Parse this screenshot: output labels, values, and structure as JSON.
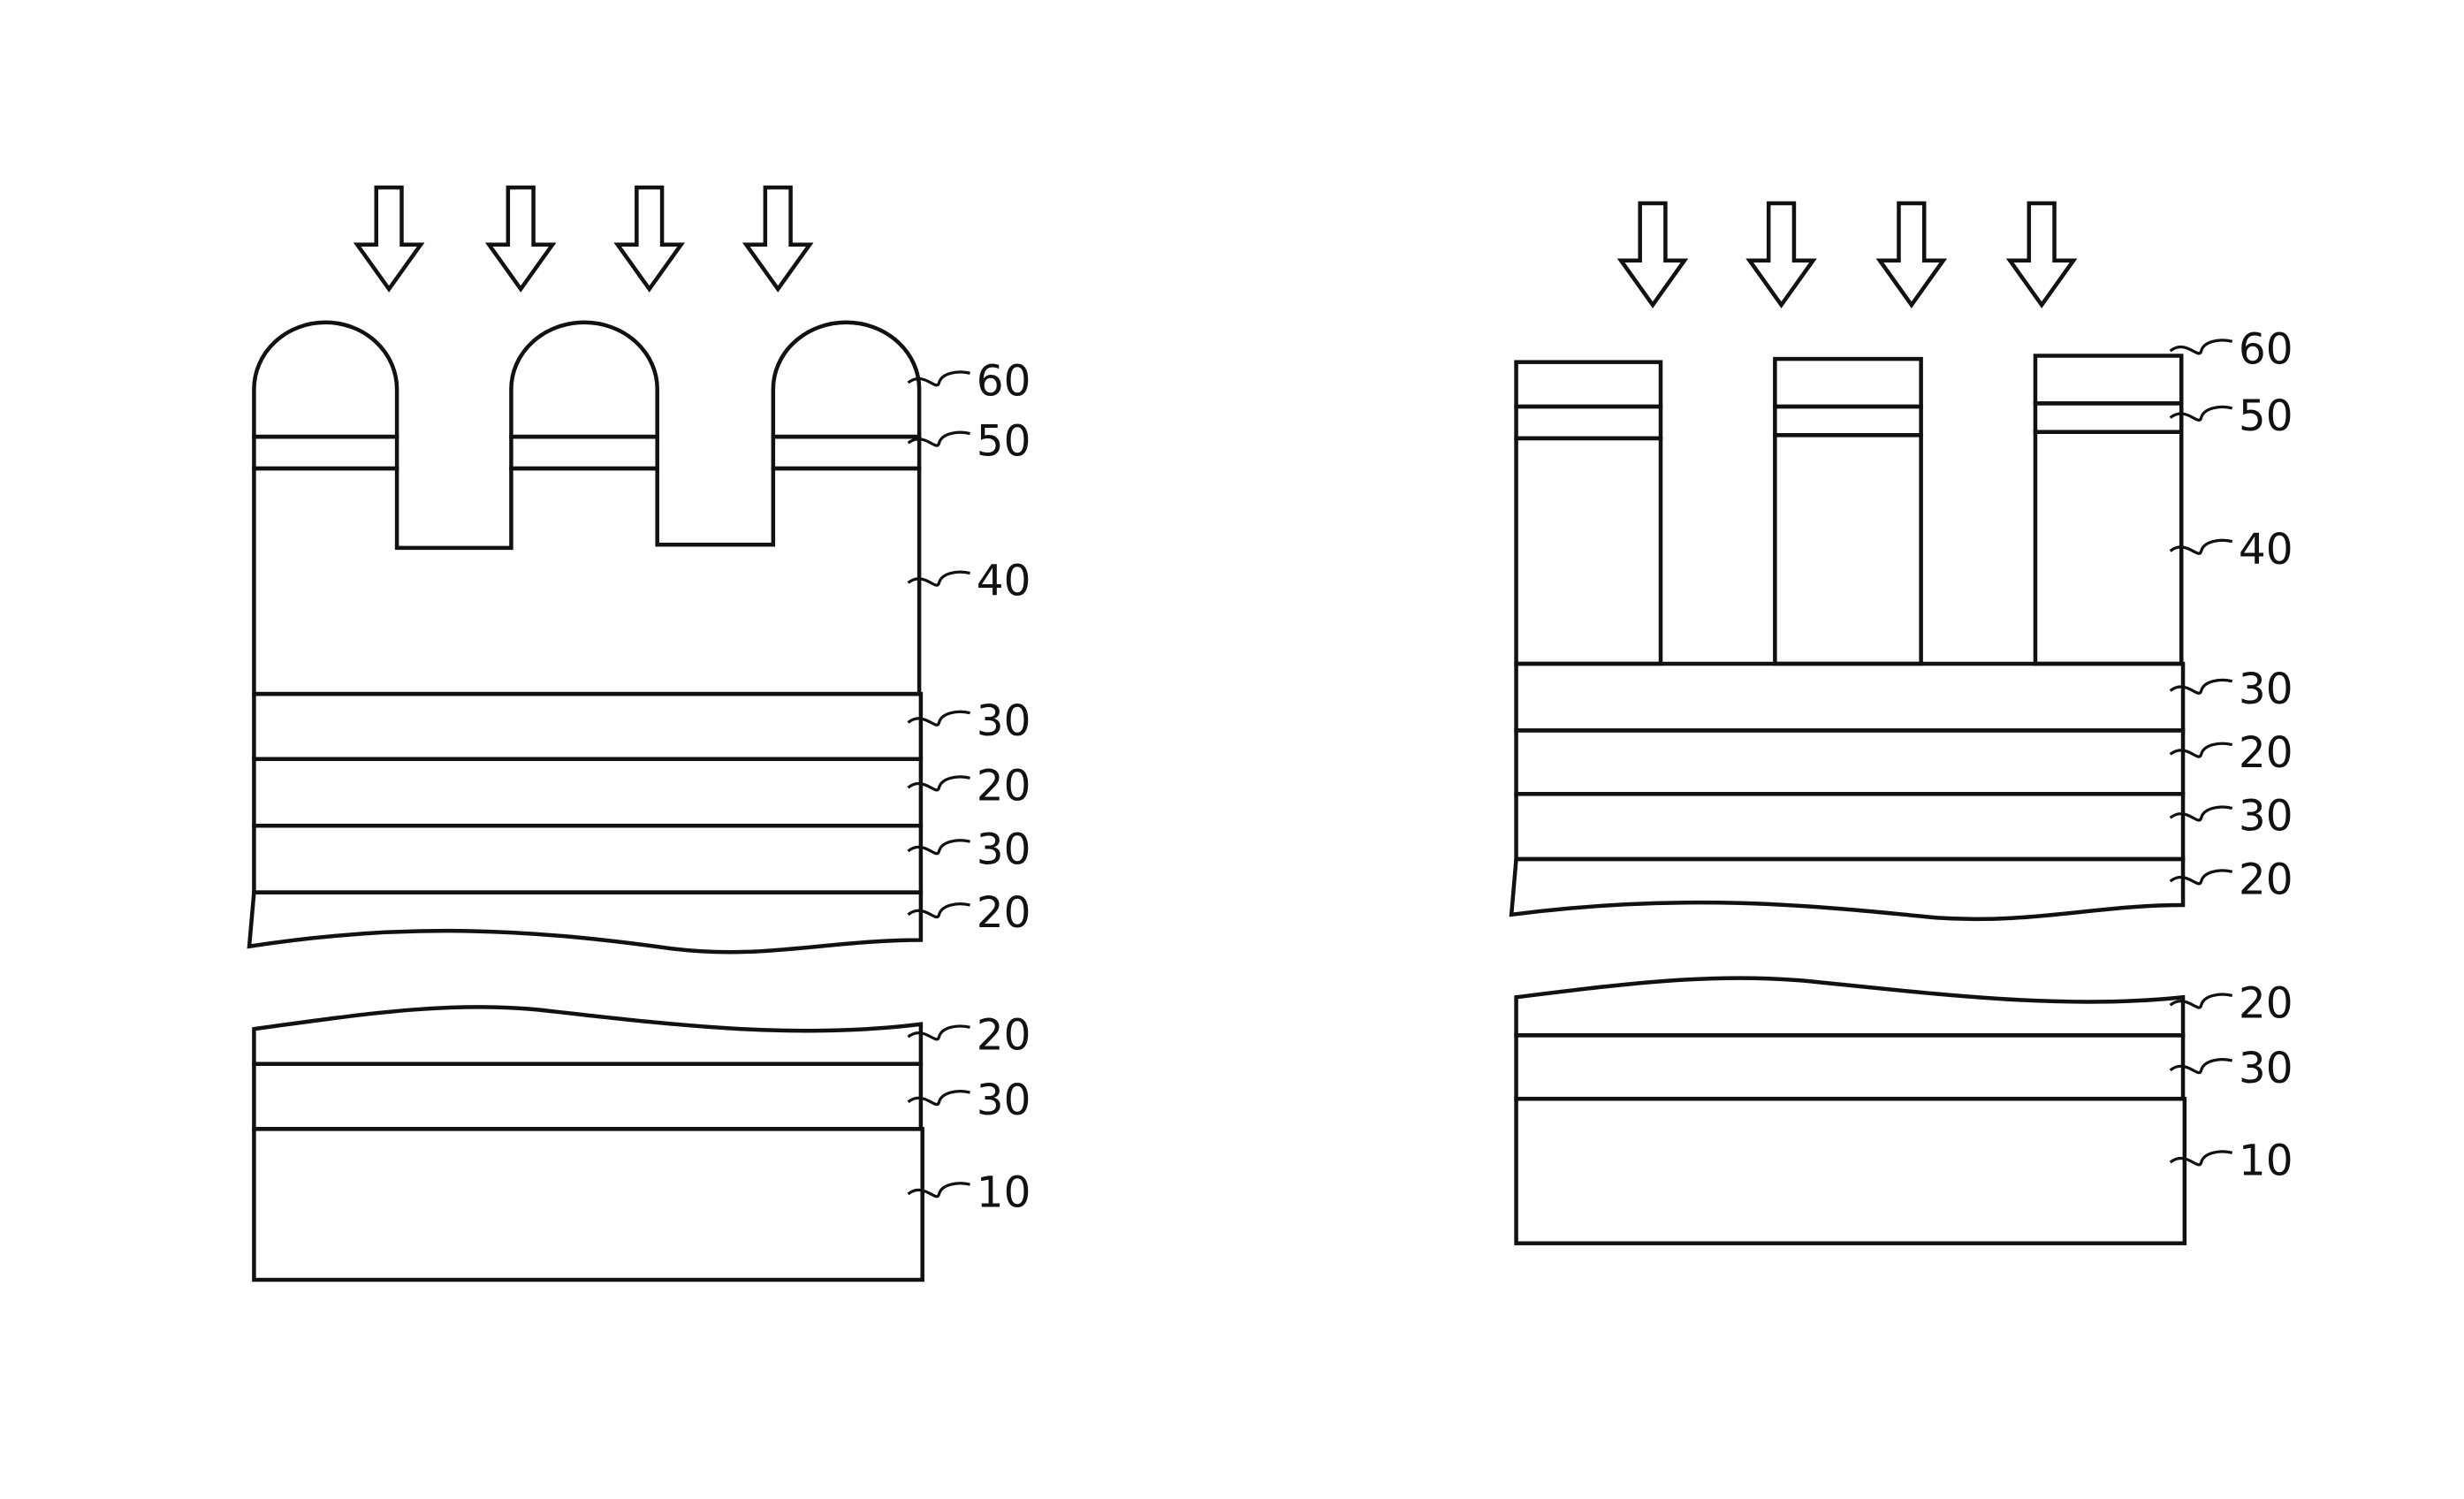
{
  "figures": [
    {
      "name": "left",
      "labels": [
        "60",
        "50",
        "40",
        "30",
        "20",
        "30",
        "20",
        "20",
        "30",
        "10"
      ]
    },
    {
      "name": "right",
      "labels": [
        "60",
        "50",
        "40",
        "30",
        "20",
        "30",
        "20",
        "20",
        "30",
        "10"
      ]
    }
  ],
  "colors": {
    "ink": "#111111",
    "background": "#ffffff"
  }
}
